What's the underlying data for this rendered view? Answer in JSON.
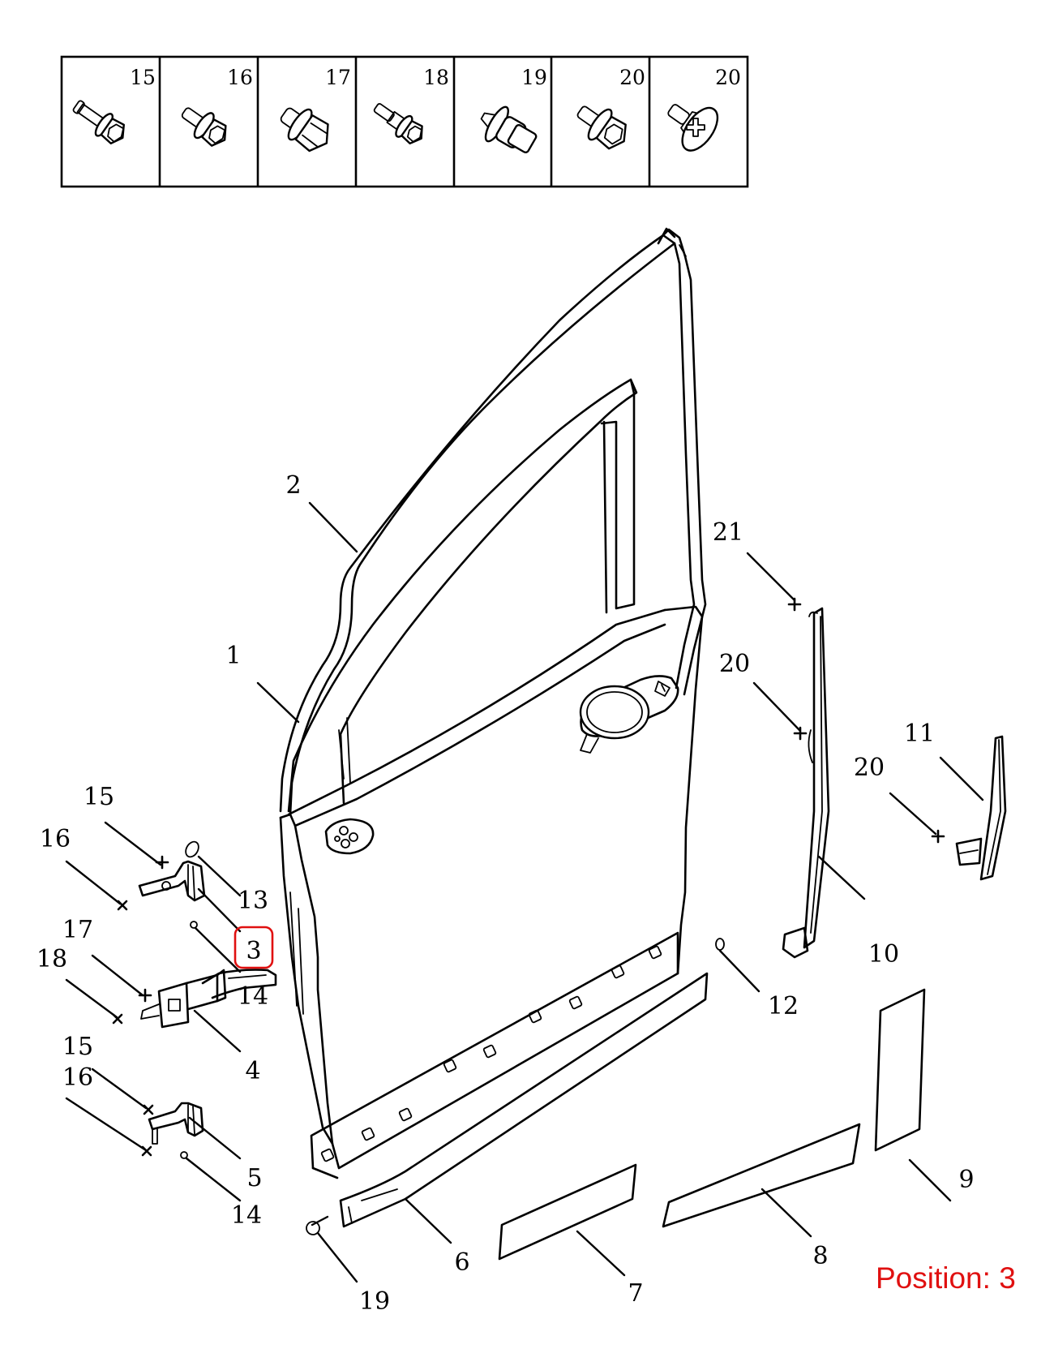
{
  "colors": {
    "line": "#000000",
    "highlight": "#e01010"
  },
  "fastener_table": [
    {
      "label": "15",
      "icon": "flange-bolt-long-icon"
    },
    {
      "label": "16",
      "icon": "flange-bolt-shoulder-icon"
    },
    {
      "label": "17",
      "icon": "hex-bolt-large-icon"
    },
    {
      "label": "18",
      "icon": "flange-bolt-stepped-icon"
    },
    {
      "label": "19",
      "icon": "push-clip-icon"
    },
    {
      "label": "20",
      "icon": "hex-flange-bolt-icon"
    },
    {
      "label": "20",
      "icon": "phillips-screw-icon"
    }
  ],
  "callouts": {
    "c1": "1",
    "c2": "2",
    "c3": "3",
    "c4": "4",
    "c5": "5",
    "c6": "6",
    "c7": "7",
    "c8": "8",
    "c9": "9",
    "c10": "10",
    "c11": "11",
    "c12": "12",
    "c13": "13",
    "c14a": "14",
    "c14b": "14",
    "c15a": "15",
    "c15b": "15",
    "c16a": "16",
    "c16b": "16",
    "c17": "17",
    "c18": "18",
    "c19": "19",
    "c20a": "20",
    "c20b": "20",
    "c21": "21"
  },
  "selected_position": "3",
  "position_label": "Position: 3"
}
